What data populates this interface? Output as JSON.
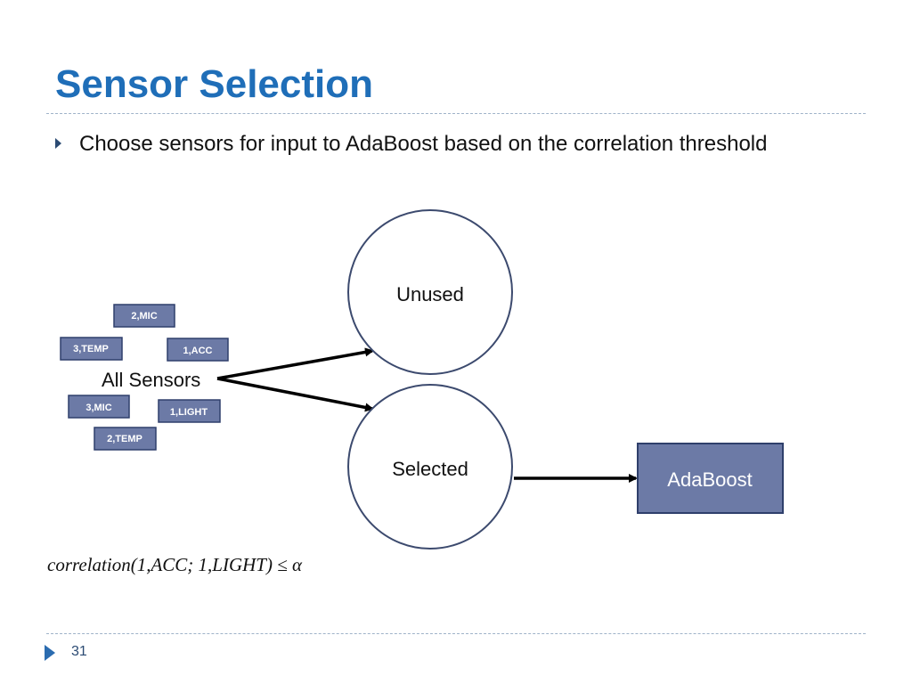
{
  "slide": {
    "title": "Sensor Selection",
    "bullet": "Choose sensors for input to AdaBoost based on the correlation threshold",
    "page_number": "31",
    "formula": "correlation(1,ACC; 1,LIGHT) ≤ α"
  },
  "diagram": {
    "all_sensors_label": "All Sensors",
    "sensors": [
      "2,MIC",
      "3,TEMP",
      "1,ACC",
      "3,MIC",
      "1,LIGHT",
      "2,TEMP"
    ],
    "unused_label": "Unused",
    "selected_label": "Selected",
    "adaboost_label": "AdaBoost"
  },
  "colors": {
    "title": "#1f6eb8",
    "tag_fill": "#6c7aa6",
    "tag_border": "#2f3f6b",
    "node_border": "#3c4a6e",
    "box_fill": "#6c7aa6"
  }
}
